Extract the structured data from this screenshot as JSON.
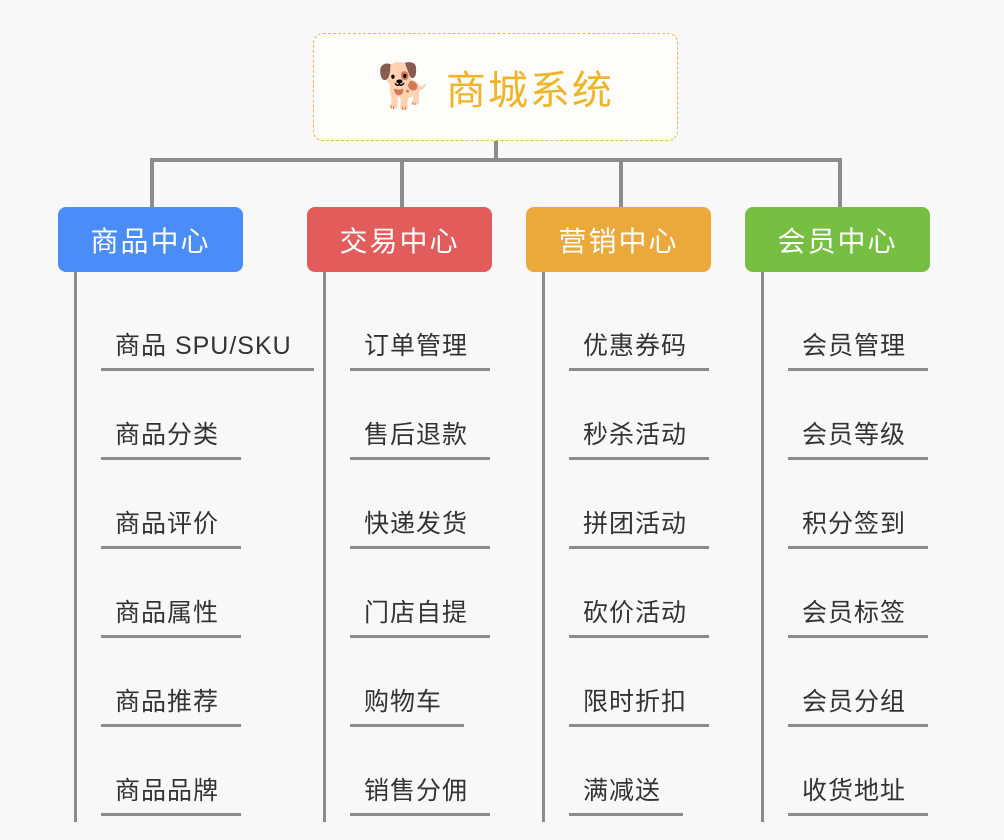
{
  "diagram": {
    "title": "商城系统",
    "background_color": "#f8f8f8",
    "root": {
      "label": "商城系统",
      "icon": "shiba-dog-emoji",
      "icon_glyph": "🐕",
      "text_color": "#f0b429",
      "border_color": "#e8b84b",
      "background_color": "#fdfdfb"
    },
    "connector_color": "#8c8c8c",
    "columns": [
      {
        "id": "products",
        "header": "商品中心",
        "color": "#4b8df8",
        "items": [
          "商品 SPU/SKU",
          "商品分类",
          "商品评价",
          "商品属性",
          "商品推荐",
          "商品品牌"
        ]
      },
      {
        "id": "trade",
        "header": "交易中心",
        "color": "#e25c5c",
        "items": [
          "订单管理",
          "售后退款",
          "快递发货",
          "门店自提",
          "购物车",
          "销售分佣"
        ]
      },
      {
        "id": "marketing",
        "header": "营销中心",
        "color": "#eaa93a",
        "items": [
          "优惠券码",
          "秒杀活动",
          "拼团活动",
          "砍价活动",
          "限时折扣",
          "满减送"
        ]
      },
      {
        "id": "member",
        "header": "会员中心",
        "color": "#76bf43",
        "items": [
          "会员管理",
          "会员等级",
          "积分签到",
          "会员标签",
          "会员分组",
          "收货地址"
        ]
      }
    ]
  }
}
